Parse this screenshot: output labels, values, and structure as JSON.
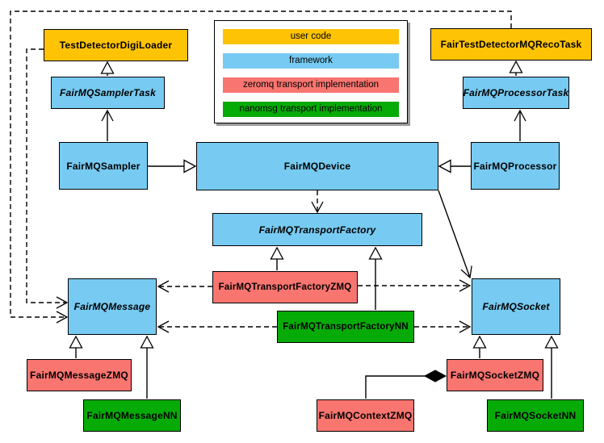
{
  "legend": {
    "items": [
      {
        "label": "user code",
        "color": "#FEC304"
      },
      {
        "label": "framework",
        "color": "#77CAF1"
      },
      {
        "label": "zeromq transport implementation",
        "color": "#F97570"
      },
      {
        "label": "nanomsg transport implementation",
        "color": "#07AB07"
      }
    ]
  },
  "nodes": {
    "testDetectorDigiLoader": {
      "label": "TestDetectorDigiLoader",
      "category": "user code",
      "abstract": false
    },
    "fairTestDetectorMQRecoTask": {
      "label": "FairTestDetectorMQRecoTask",
      "category": "user code",
      "abstract": false
    },
    "fairMQSamplerTask": {
      "label": "FairMQSamplerTask",
      "category": "framework",
      "abstract": true
    },
    "fairMQProcessorTask": {
      "label": "FairMQProcessorTask",
      "category": "framework",
      "abstract": true
    },
    "fairMQSampler": {
      "label": "FairMQSampler",
      "category": "framework",
      "abstract": false
    },
    "fairMQDevice": {
      "label": "FairMQDevice",
      "category": "framework",
      "abstract": false
    },
    "fairMQProcessor": {
      "label": "FairMQProcessor",
      "category": "framework",
      "abstract": false
    },
    "fairMQTransportFactory": {
      "label": "FairMQTransportFactory",
      "category": "framework",
      "abstract": true
    },
    "fairMQTransportFactoryZMQ": {
      "label": "FairMQTransportFactoryZMQ",
      "category": "zeromq",
      "abstract": false
    },
    "fairMQTransportFactoryNN": {
      "label": "FairMQTransportFactoryNN",
      "category": "nanomsg",
      "abstract": false
    },
    "fairMQMessage": {
      "label": "FairMQMessage",
      "category": "framework",
      "abstract": true
    },
    "fairMQSocket": {
      "label": "FairMQSocket",
      "category": "framework",
      "abstract": true
    },
    "fairMQMessageZMQ": {
      "label": "FairMQMessageZMQ",
      "category": "zeromq",
      "abstract": false
    },
    "fairMQMessageNN": {
      "label": "FairMQMessageNN",
      "category": "nanomsg",
      "abstract": false
    },
    "fairMQSocketZMQ": {
      "label": "FairMQSocketZMQ",
      "category": "zeromq",
      "abstract": false
    },
    "fairMQSocketNN": {
      "label": "FairMQSocketNN",
      "category": "nanomsg",
      "abstract": false
    },
    "fairMQContextZMQ": {
      "label": "FairMQContextZMQ",
      "category": "zeromq",
      "abstract": false
    }
  },
  "edges": [
    {
      "from": "fairMQSamplerTask",
      "to": "testDetectorDigiLoader",
      "type": "solid-hollow-triangle"
    },
    {
      "from": "fairMQSampler",
      "to": "fairMQSamplerTask",
      "type": "solid-open-arrow"
    },
    {
      "from": "fairMQSampler",
      "to": "fairMQDevice",
      "type": "solid-hollow-triangle"
    },
    {
      "from": "fairMQProcessor",
      "to": "fairMQDevice",
      "type": "solid-hollow-triangle"
    },
    {
      "from": "fairMQProcessorTask",
      "to": "fairTestDetectorMQRecoTask",
      "type": "solid-hollow-triangle"
    },
    {
      "from": "fairMQProcessor",
      "to": "fairMQProcessorTask",
      "type": "solid-open-arrow"
    },
    {
      "from": "fairMQDevice",
      "to": "fairMQTransportFactory",
      "type": "dashed-open-arrow"
    },
    {
      "from": "fairMQDevice",
      "to": "fairMQSocket",
      "type": "solid-open-arrow"
    },
    {
      "from": "fairMQTransportFactoryZMQ",
      "to": "fairMQTransportFactory",
      "type": "solid-hollow-triangle"
    },
    {
      "from": "fairMQTransportFactoryNN",
      "to": "fairMQTransportFactory",
      "type": "solid-hollow-triangle"
    },
    {
      "from": "fairMQTransportFactoryZMQ",
      "to": "fairMQMessage",
      "type": "dashed-open-arrow"
    },
    {
      "from": "fairMQTransportFactoryNN",
      "to": "fairMQMessage",
      "type": "dashed-open-arrow"
    },
    {
      "from": "fairMQTransportFactoryZMQ",
      "to": "fairMQSocket",
      "type": "dashed-open-arrow"
    },
    {
      "from": "fairMQTransportFactoryNN",
      "to": "fairMQSocket",
      "type": "dashed-open-arrow"
    },
    {
      "from": "fairTestDetectorMQRecoTask",
      "to": "fairMQMessage",
      "type": "dashed-open-arrow"
    },
    {
      "from": "testDetectorDigiLoader",
      "to": "fairMQMessage",
      "type": "dashed-open-arrow"
    },
    {
      "from": "fairMQMessageZMQ",
      "to": "fairMQMessage",
      "type": "solid-hollow-triangle"
    },
    {
      "from": "fairMQMessageNN",
      "to": "fairMQMessage",
      "type": "solid-hollow-triangle"
    },
    {
      "from": "fairMQSocketZMQ",
      "to": "fairMQSocket",
      "type": "solid-hollow-triangle"
    },
    {
      "from": "fairMQSocketNN",
      "to": "fairMQSocket",
      "type": "solid-hollow-triangle"
    },
    {
      "from": "fairMQContextZMQ",
      "to": "fairMQSocketZMQ",
      "type": "solid-filled-diamond"
    }
  ]
}
